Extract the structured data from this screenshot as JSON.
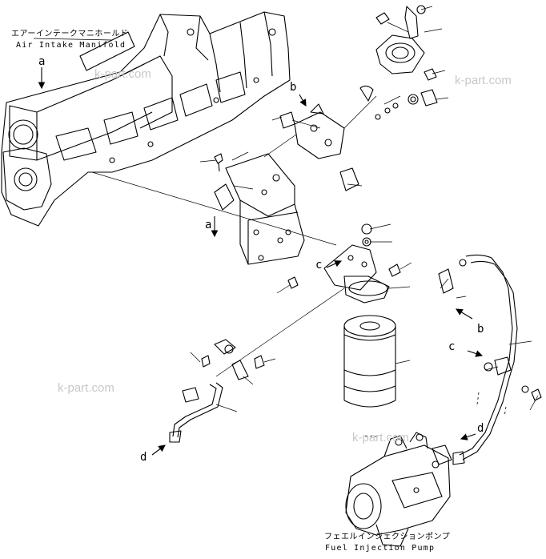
{
  "labels": {
    "manifold_jp": "エアーインテークマニホールド",
    "manifold_en": "Air Intake Manifold",
    "pump_jp": "フェエルインジェクションポンプ",
    "pump_en": "Fuel Injection Pump"
  },
  "callouts": {
    "a": "a",
    "b": "b",
    "c": "c",
    "d": "d"
  },
  "watermark": "k-part.com",
  "colors": {
    "line": "#000000",
    "watermark": "#c8c8c8",
    "background": "#ffffff"
  }
}
